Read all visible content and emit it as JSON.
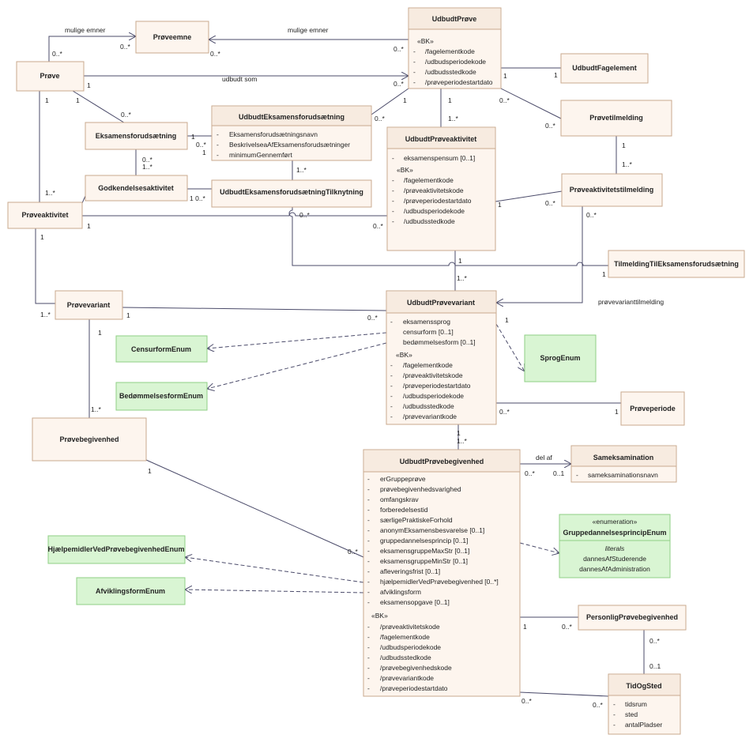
{
  "classes": {
    "udbudtProve": {
      "name": "UdbudtPrøve",
      "stereotype": "«BK»",
      "attrs": [
        "/fagelementkode",
        "/udbudsperiodekode",
        "/udbudsstedkode",
        "/prøveperiodestartdato"
      ]
    },
    "proveemne": {
      "name": "Prøveemne"
    },
    "prove": {
      "name": "Prøve"
    },
    "udbudtFagelement": {
      "name": "UdbudtFagelement"
    },
    "udbudtEksForuds": {
      "name": "UdbudtEksamensforudsætning",
      "attrs": [
        "Eksamensforudsætningsnavn",
        "BeskrivelseaAfEksamensforudsætninger",
        "minimumGennemført"
      ]
    },
    "eksForuds": {
      "name": "Eksamensforudsætning"
    },
    "provetilmelding": {
      "name": "Prøvetilmelding"
    },
    "udbudtProveaktivitet": {
      "name": "UdbudtPrøveaktivitet",
      "attrs": [
        "eksamenspensum [0..1]"
      ],
      "stereotype": "«BK»",
      "bkAttrs": [
        "/fagelementkode",
        "/prøveaktivitetskode",
        "/prøveperiodestartdato",
        "/udbudsperiodekode",
        "/udbudsstedkode"
      ]
    },
    "godkendelses": {
      "name": "Godkendelsesaktivitet"
    },
    "udbudtEksTilk": {
      "name": "UdbudtEksamensforudsætningTilknytning"
    },
    "proveaktivitetstilm": {
      "name": "Prøveaktivitetstilmelding"
    },
    "proveaktivitet": {
      "name": "Prøveaktivitet"
    },
    "tilmeldingTilEks": {
      "name": "TilmeldingTilEksamensforudsætning"
    },
    "provevariant": {
      "name": "Prøvevariant"
    },
    "udbudtProvevariant": {
      "name": "UdbudtPrøvevariant",
      "attrs": [
        "eksamenssprog",
        "censurform [0..1]",
        "bedømmelsesform [0..1]"
      ],
      "stereotype": "«BK»",
      "bkAttrs": [
        "/fagelementkode",
        "/prøveaktivitetskode",
        "/prøveperiodestartdato",
        "/udbudsperiodekode",
        "/udbudsstedkode",
        "/prøvevariantkode"
      ]
    },
    "censurformEnum": {
      "name": "CensurformEnum"
    },
    "sprogEnum": {
      "name": "SprogEnum"
    },
    "bedommelsesformEnum": {
      "name": "BedømmelsesformEnum"
    },
    "proveperiode": {
      "name": "Prøveperiode"
    },
    "provebegivenhed": {
      "name": "Prøvebegivenhed"
    },
    "udbudtProvebegivenhed": {
      "name": "UdbudtPrøvebegivenhed",
      "attrs": [
        "erGruppeprøve",
        "prøvebegivenhedsvarighed",
        "omfangskrav",
        "forberedelsestid",
        "særligePraktiskeForhold",
        "anonymEksamensbesvarelse [0..1]",
        "gruppedannelsesprincip [0..1]",
        "eksamensgruppeMaxStr [0..1]",
        "eksamensgruppeMinStr [0..1]",
        "afleveringsfrist [0..1]",
        "hjælpemidlerVedPrøvebegivenhed [0..*]",
        "afviklingsform",
        "eksamensopgave [0..1]"
      ],
      "stereotype": "«BK»",
      "bkAttrs": [
        "/prøveaktivitetskode",
        "/fagelementkode",
        "/udbudsperiodekode",
        "/udbudsstedkode",
        "/prøvebegivenhedskode",
        "/prøvevariantkode",
        "/prøveperiodestartdato"
      ]
    },
    "sameksamination": {
      "name": "Sameksamination",
      "attrs": [
        "sameksaminationsnavn"
      ]
    },
    "gruppeEnum": {
      "name": "GruppedannelsesprincipEnum",
      "stereotype": "«enumeration»",
      "section": "literals",
      "literals": [
        "dannesAfStuderende",
        "dannesAfAdministration"
      ]
    },
    "hjaelpeEnum": {
      "name": "HjælpemidlerVedPrøvebegivenhedEnum"
    },
    "afviklingsEnum": {
      "name": "AfviklingsformEnum"
    },
    "personligProvebeg": {
      "name": "PersonligPrøvebegivenhed"
    },
    "tidOgSted": {
      "name": "TidOgSted",
      "attrs": [
        "tidsrum",
        "sted",
        "antalPladser"
      ]
    }
  },
  "labels": {
    "muligeEmner1": "mulige emner",
    "muligeEmner2": "mulige emner",
    "udbudtSom": "udbudt som",
    "delAf": "del af",
    "provevarianttilmelding": "prøvevarianttilmelding"
  },
  "multiplicities": {
    "m1": "0..*",
    "m2": "0..*",
    "m3": "0..*",
    "m4": "0..*",
    "m5": "1",
    "m6": "0..*",
    "m7": "1",
    "m8": "1",
    "m9": "1",
    "m10": "1",
    "m11": "1",
    "m12": "0..*",
    "m13": "0..*",
    "m14": "1",
    "m15": "1..*",
    "m16": "0..*",
    "m17": "0..*",
    "m18": "1",
    "m19": "1..*",
    "m20": "1",
    "m21": "1..*",
    "m22": "1",
    "m23": "0..*",
    "m24": "1 0..*",
    "m25": "0..*",
    "m26": "1",
    "m27": "0..*",
    "m28": "1",
    "m29": "0..*",
    "m30": "1",
    "m31": "1..*",
    "m32": "1",
    "m33": "1..*",
    "m34": "1",
    "m35": "0..*",
    "m36": "1",
    "m37": "1",
    "m38": "1..*",
    "m39": "1",
    "m40": "0..*",
    "m41": "1",
    "m42": "1..*",
    "m43": "0..*",
    "m44": "0..1",
    "m45": "1",
    "m46": "0..*",
    "m47": "1",
    "m48": "0..*",
    "m49": "0..*",
    "m50": "0..1",
    "m51": "0..*",
    "m52": "0..*",
    "m53": "1",
    "m54": "1"
  }
}
